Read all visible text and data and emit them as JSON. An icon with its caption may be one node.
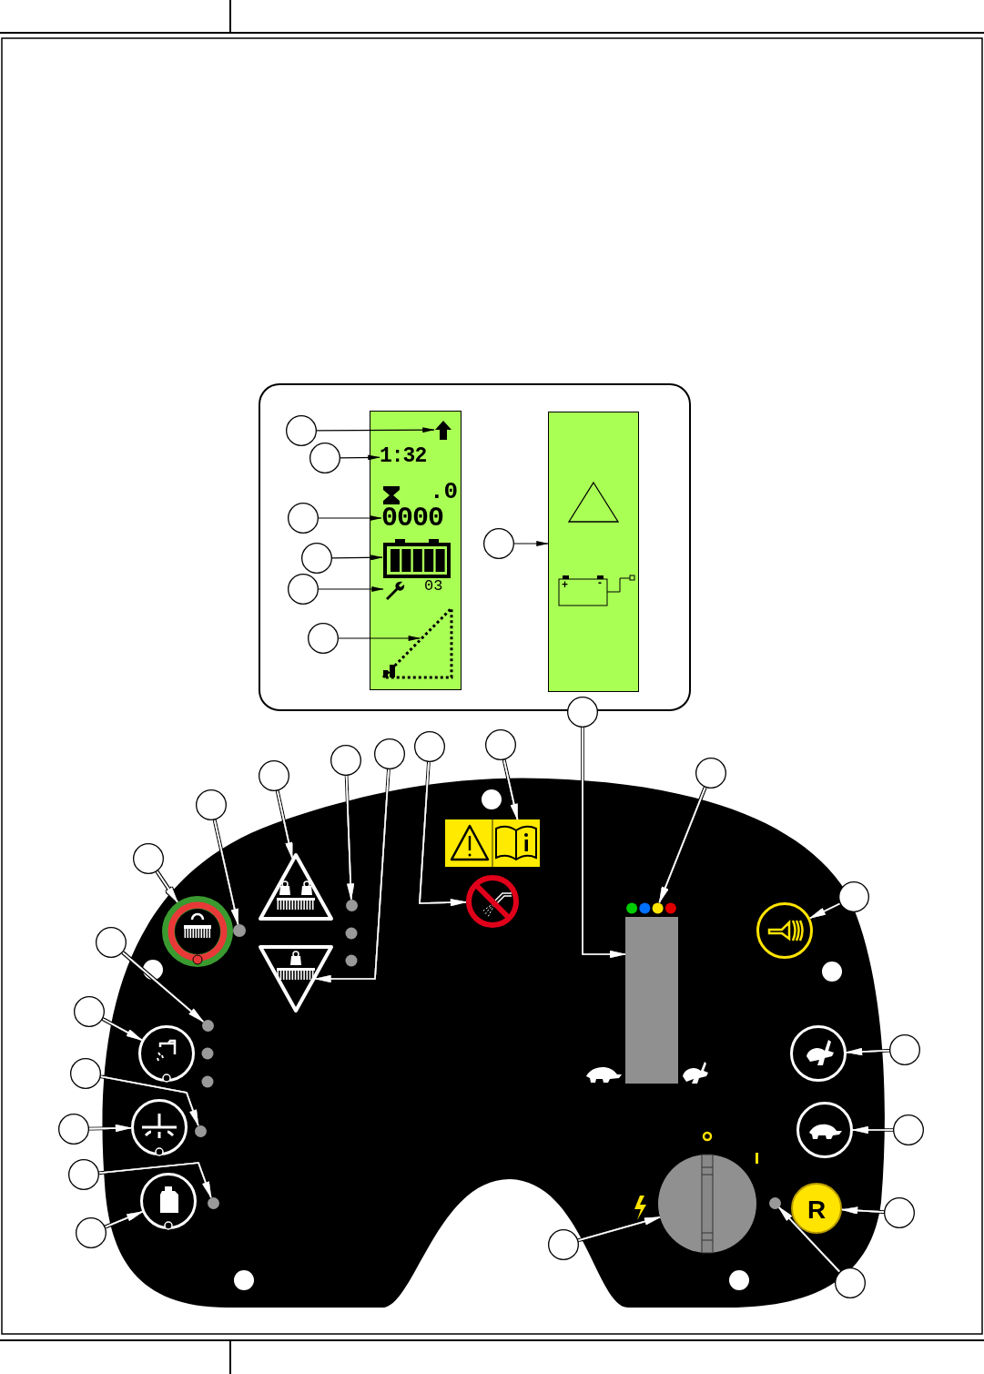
{
  "diagram": {
    "nodes": [
      {
        "text": [],
        "shape": "box"
      },
      {
        "text": [],
        "shape": "circle"
      },
      {
        "text": [],
        "shape": "arrow",
        "in": 0
      },
      {
        "text": [],
        "shape": "circle"
      },
      {
        "text": [
          "1:32"
        ],
        "in": 0
      },
      {
        "text": [],
        "shape": "circle"
      },
      {
        "text": [
          "0000"
        ],
        "in": 0
      },
      {
        "text": [],
        "shape": "circle"
      },
      {
        "text": [],
        "shape": "battery",
        "in": 0
      },
      {
        "text": [],
        "shape": "circle"
      },
      {
        "text": [],
        "shape": "wrench",
        "in": 0
      },
      {
        "text": [],
        "shape": "circle"
      },
      {
        "text": [],
        "shape": "triangle",
        "in": 0
      },
      {
        "text": [],
        "shape": "circle"
      },
      {
        "text": [],
        "shape": "box"
      },
      {
        "text": [],
        "shape": "circle"
      },
      {
        "text": [],
        "shape": "bar"
      },
      {
        "text": [],
        "shape": "circle"
      },
      {
        "text": [],
        "shape": "circle"
      },
      {
        "text": [],
        "shape": "circle"
      },
      {
        "text": [],
        "shape": "circle"
      },
      {
        "text": [],
        "shape": "circle"
      },
      {
        "text": [],
        "shape": "triangle"
      },
      {
        "text": [],
        "shape": "circle"
      },
      {
        "text": [],
        "shape": "circle"
      },
      {
        "text": [],
        "shape": "circle"
      },
      {
        "text": [],
        "shape": "triangle"
      },
      {
        "text": [],
        "shape": "circle"
      },
      {
        "text": [],
        "shape": "circle"
      },
      {
        "text": [],
        "shape": "circle"
      },
      {
        "text": [],
        "shape": "box"
      },
      {
        "text": [],
        "shape": "circle"
      },
      {
        "text": [],
        "shape": "circle"
      },
      {
        "text": [],
        "shape": "circle"
      },
      {
        "text": [],
        "shape": "circle"
      },
      {
        "text": [],
        "shape": "circle"
      },
      {
        "text": [],
        "shape": "circle"
      },
      {
        "text": [],
        "shape": "circle"
      },
      {
        "text": [],
        "shape": "circle"
      },
      {
        "text": [],
        "shape": "circle"
      },
      {
        "text": [],
        "shape": "circle"
      },
      {
        "text": [],
        "shape": "circle"
      },
      {
        "text": [],
        "shape": "circle"
      },
      {
        "text": [],
        "shape": "circle"
      },
      {
        "text": [],
        "shape": "circle"
      },
      {
        "text": [],
        "shape": "circle"
      },
      {
        "text": [],
        "shape": "circle"
      },
      {
        "text": [],
        "shape": "circle"
      },
      {
        "text": [],
        "shape": "circle"
      },
      {
        "text": [],
        "shape": "circle"
      },
      {
        "text": [],
        "shape": "circle"
      },
      {
        "text": [],
        "shape": "circle"
      },
      {
        "text": [
          "R"
        ]
      },
      {
        "text": [],
        "shape": "circle"
      },
      {
        "text": [],
        "shape": "circle"
      },
      {
        "text": [],
        "shape": "circle"
      },
      {
        "text": [],
        "shape": "circle"
      }
    ],
    "edges": [
      {
        "from": 1,
        "to": 2,
        "arrow": "to",
        "color": "#000000"
      },
      {
        "from": 3,
        "to": 4,
        "arrow": "to",
        "color": "#000000"
      },
      {
        "from": 5,
        "to": 6,
        "arrow": "to",
        "color": "#000000"
      },
      {
        "from": 7,
        "to": 8,
        "arrow": "to",
        "color": "#000000"
      },
      {
        "from": 9,
        "to": 10,
        "arrow": "to",
        "color": "#000000"
      },
      {
        "from": 11,
        "to": 12,
        "arrow": "to",
        "color": "#000000"
      },
      {
        "from": 13,
        "to": 14,
        "arrow": "to",
        "color": "#000000"
      },
      {
        "from": 15,
        "to": 16,
        "arrow": "to"
      },
      {
        "from": 17,
        "to": 18,
        "arrow": "to"
      },
      {
        "from": 19,
        "to": 20,
        "arrow": "to"
      },
      {
        "from": 21,
        "to": 22,
        "arrow": "to"
      },
      {
        "from": 23,
        "to": 24,
        "arrow": "to"
      },
      {
        "from": 25,
        "to": 26,
        "arrow": "to"
      },
      {
        "from": 27,
        "to": 28,
        "arrow": "to"
      },
      {
        "from": 29,
        "to": 30,
        "arrow": "to"
      },
      {
        "from": 31,
        "to": 32,
        "arrow": "to"
      },
      {
        "from": 33,
        "to": 34,
        "arrow": "to"
      },
      {
        "from": 35,
        "to": 36,
        "arrow": "to"
      },
      {
        "from": 37,
        "to": 38,
        "arrow": "to"
      },
      {
        "from": 39,
        "to": 40,
        "arrow": "to"
      },
      {
        "from": 41,
        "to": 42,
        "arrow": "to"
      },
      {
        "from": 43,
        "to": 44,
        "arrow": "to"
      },
      {
        "from": 45,
        "to": 46,
        "arrow": "to"
      },
      {
        "from": 47,
        "to": 48,
        "arrow": "to"
      },
      {
        "from": 49,
        "to": 50,
        "arrow": "to"
      },
      {
        "from": 51,
        "to": 52,
        "arrow": "to"
      },
      {
        "from": 53,
        "to": 54,
        "arrow": "to"
      },
      {
        "from": 55,
        "to": 56,
        "arrow": "to"
      }
    ],
    "labels": [
      ".0",
      "03",
      "+",
      "-"
    ]
  }
}
